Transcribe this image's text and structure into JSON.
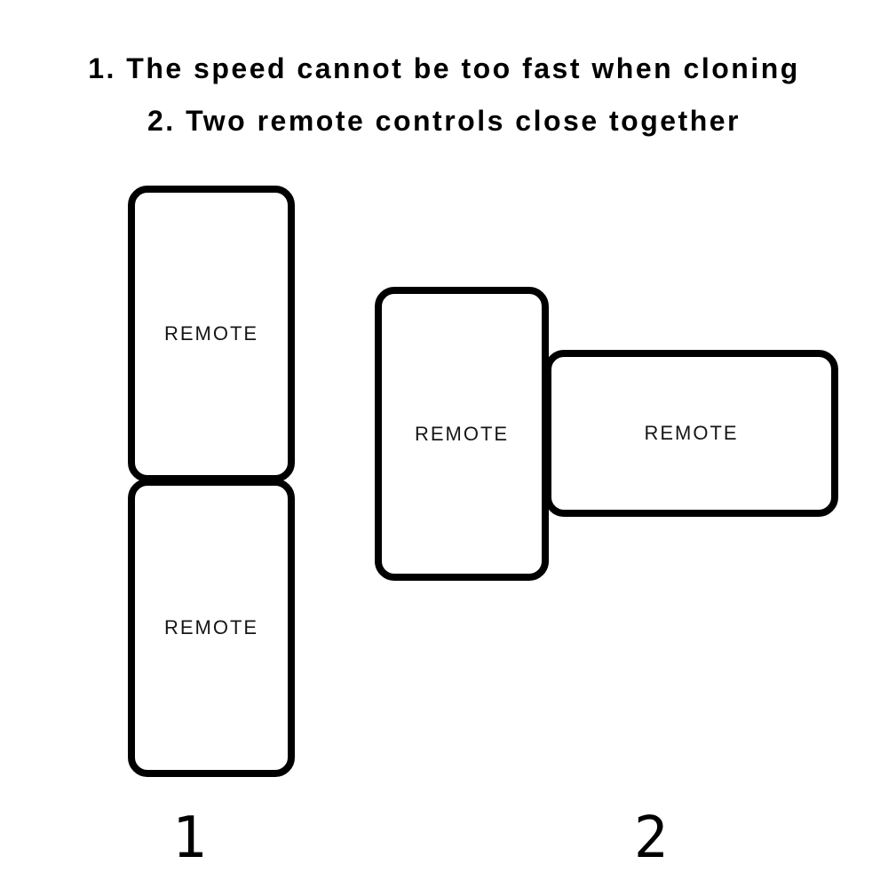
{
  "title": {
    "line1": "1. The speed cannot be too fast when cloning",
    "line2": "2. Two remote controls close together"
  },
  "figure1": {
    "caption": "1",
    "remotes": {
      "top": {
        "label": "REMOTE",
        "orientation": "vertical"
      },
      "bottom": {
        "label": "REMOTE",
        "orientation": "vertical"
      }
    }
  },
  "figure2": {
    "caption": "2",
    "remotes": {
      "vertical": {
        "label": "REMOTE",
        "orientation": "vertical"
      },
      "horizontal": {
        "label": "REMOTE",
        "orientation": "horizontal"
      }
    }
  },
  "colors": {
    "background": "#ffffff",
    "stroke": "#000000",
    "title_text": "#000000",
    "label_text": "#161616"
  }
}
